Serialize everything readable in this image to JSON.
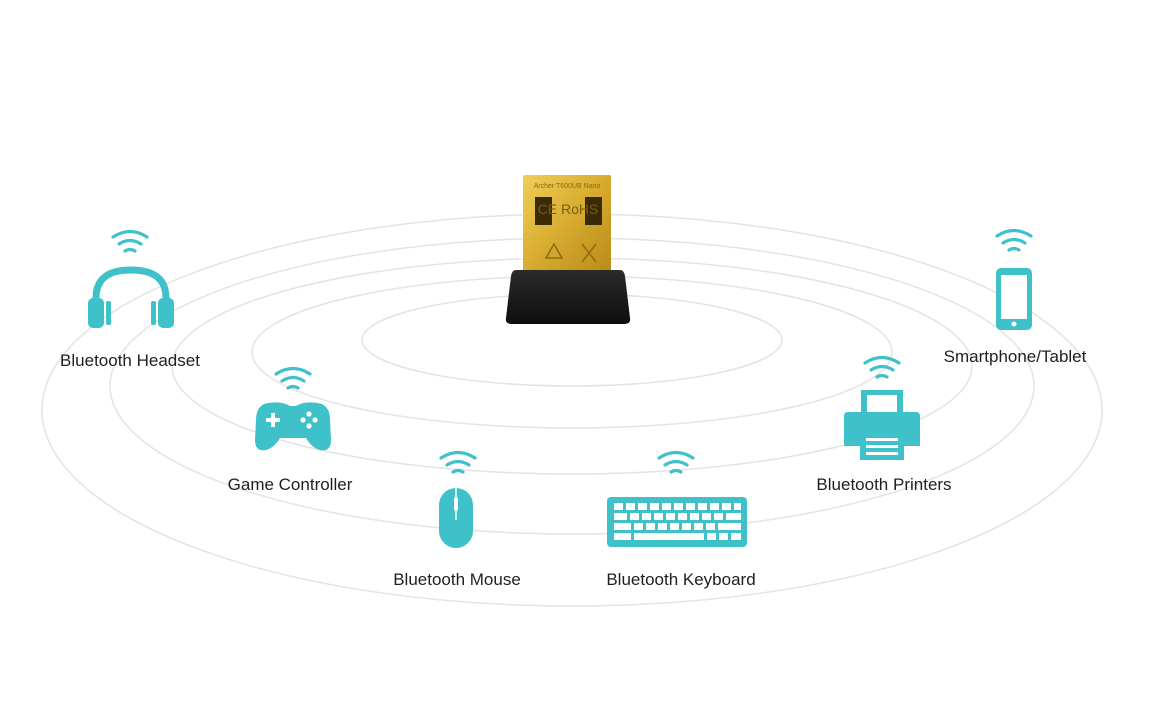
{
  "colors": {
    "accent": "#3fc1c9",
    "ring": "#e3e3e3",
    "connector_gold": "#d9b23a",
    "housing": "#1b1b1b",
    "text": "#1f1f1f"
  },
  "adapter": {
    "model_text": "Archer T600UB Nano",
    "marks": "CE RoHS"
  },
  "devices": [
    {
      "icon": "headset-icon",
      "label": "Bluetooth Headset"
    },
    {
      "icon": "game-controller-icon",
      "label": "Game Controller"
    },
    {
      "icon": "mouse-icon",
      "label": "Bluetooth Mouse"
    },
    {
      "icon": "keyboard-icon",
      "label": "Bluetooth Keyboard"
    },
    {
      "icon": "printer-icon",
      "label": "Bluetooth Printers"
    },
    {
      "icon": "smartphone-icon",
      "label": "Smartphone/Tablet"
    }
  ]
}
